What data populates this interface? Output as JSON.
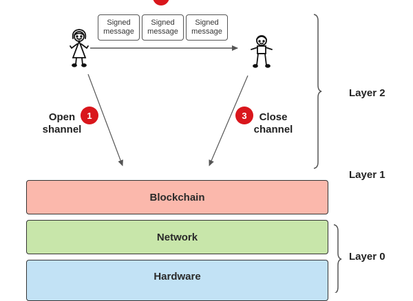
{
  "messages": [
    {
      "line1": "Signed",
      "line2": "message"
    },
    {
      "line1": "Signed",
      "line2": "message"
    },
    {
      "line1": "Signed",
      "line2": "message"
    }
  ],
  "steps": {
    "open": {
      "number": "1",
      "line1": "Open",
      "line2": "shannel"
    },
    "close": {
      "number": "3",
      "line1": "Close",
      "line2": "channel"
    },
    "top_badge_color": "#d9161c"
  },
  "layers": [
    {
      "label": "Blockchain",
      "color": "#fbb8ac"
    },
    {
      "label": "Network",
      "color": "#c8e6aa"
    },
    {
      "label": "Hardware",
      "color": "#c2e2f5"
    }
  ],
  "layer_labels": {
    "layer2": "Layer 2",
    "layer1": "Layer 1",
    "layer0": "Layer 0"
  },
  "figures": {
    "left": "girl-stick-figure",
    "right": "boy-stick-figure"
  }
}
